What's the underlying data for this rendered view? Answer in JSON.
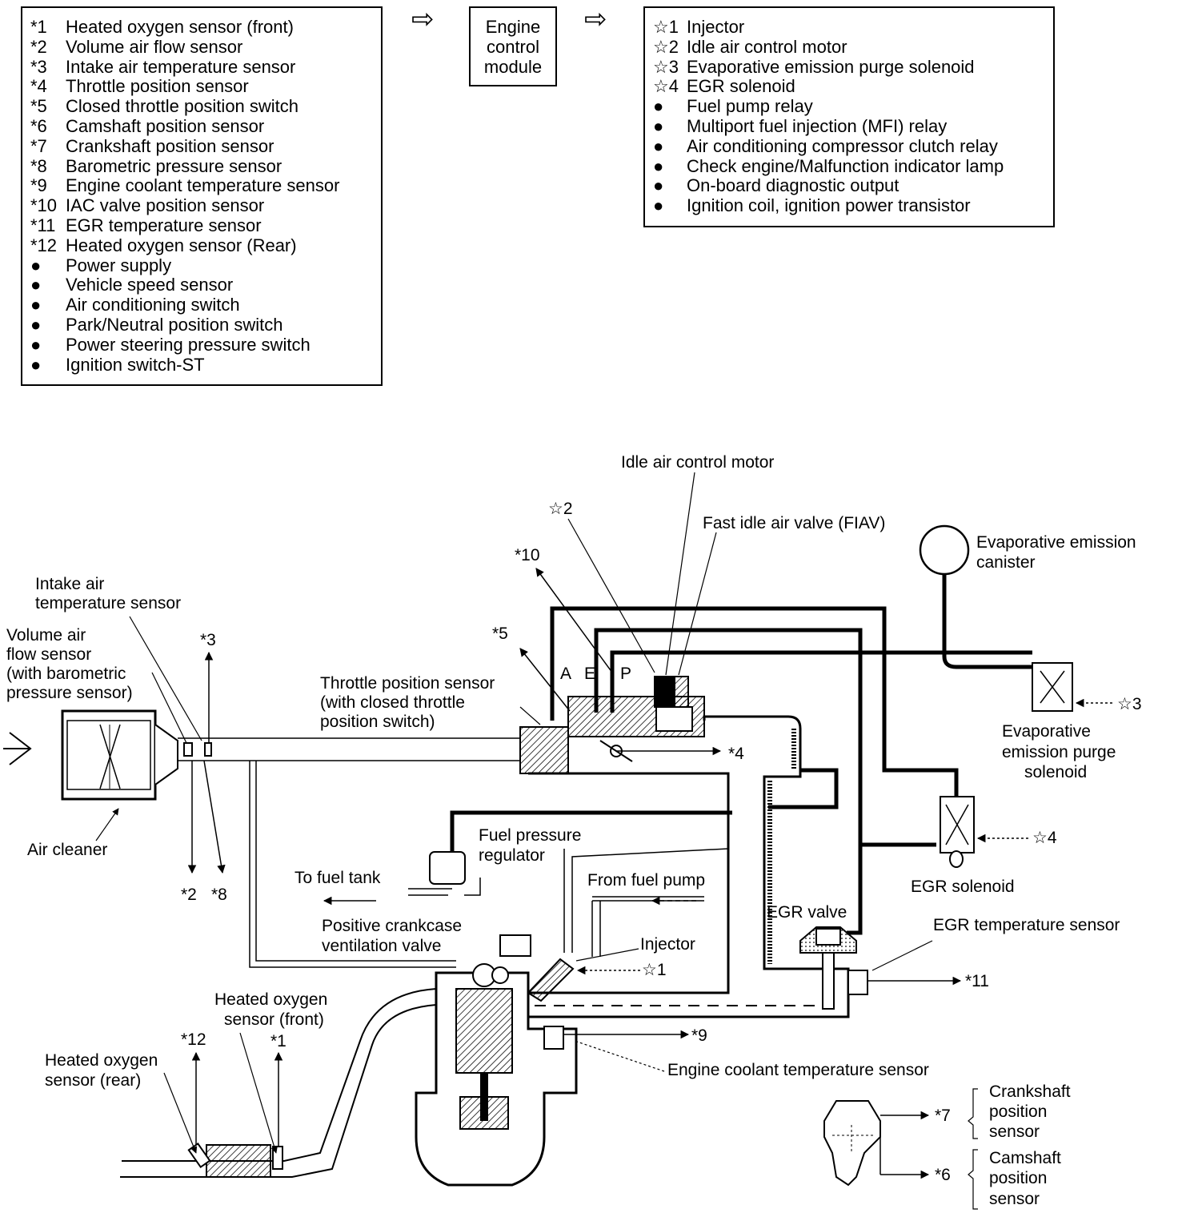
{
  "inputs_list": [
    {
      "key": "*1",
      "text": "Heated oxygen sensor (front)"
    },
    {
      "key": "*2",
      "text": "Volume air flow sensor"
    },
    {
      "key": "*3",
      "text": "Intake air temperature sensor"
    },
    {
      "key": "*4",
      "text": "Throttle position sensor"
    },
    {
      "key": "*5",
      "text": "Closed throttle position switch"
    },
    {
      "key": "*6",
      "text": "Camshaft position sensor"
    },
    {
      "key": "*7",
      "text": "Crankshaft position sensor"
    },
    {
      "key": "*8",
      "text": "Barometric pressure sensor"
    },
    {
      "key": "*9",
      "text": "Engine coolant temperature sensor"
    },
    {
      "key": "*10",
      "text": "IAC valve position sensor"
    },
    {
      "key": "*11",
      "text": "EGR temperature sensor"
    },
    {
      "key": "*12",
      "text": "Heated oxygen sensor (Rear)"
    },
    {
      "key": "●",
      "text": "Power supply"
    },
    {
      "key": "●",
      "text": "Vehicle speed sensor"
    },
    {
      "key": "●",
      "text": "Air conditioning switch"
    },
    {
      "key": "●",
      "text": "Park/Neutral position switch"
    },
    {
      "key": "●",
      "text": "Power steering pressure switch"
    },
    {
      "key": "●",
      "text": "Ignition switch-ST"
    }
  ],
  "ecm_box": {
    "line1": "Engine",
    "line2": "control",
    "line3": "module"
  },
  "flow_arrow_glyph": "⇨",
  "outputs_list": [
    {
      "key": "☆1",
      "text": "Injector"
    },
    {
      "key": "☆2",
      "text": "Idle air control motor"
    },
    {
      "key": "☆3",
      "text": "Evaporative emission purge solenoid"
    },
    {
      "key": "☆4",
      "text": "EGR solenoid"
    },
    {
      "key": "●",
      "text": "Fuel pump relay"
    },
    {
      "key": "●",
      "text": "Multiport fuel injection (MFI) relay"
    },
    {
      "key": "●",
      "text": "Air conditioning compressor clutch relay"
    },
    {
      "key": "●",
      "text": "Check engine/Malfunction indicator lamp"
    },
    {
      "key": "●",
      "text": "On-board diagnostic output"
    },
    {
      "key": "●",
      "text": "Ignition coil, ignition power transistor"
    }
  ],
  "diagram_labels": {
    "idle_air_control_motor": "Idle air control motor",
    "fast_idle_air_valve": "Fast idle air valve (FIAV)",
    "evap_canister_1": "Evaporative emission",
    "evap_canister_2": "canister",
    "intake_air_temp_1": "Intake air",
    "intake_air_temp_2": "temperature sensor",
    "vaf_1": "Volume air",
    "vaf_2": "flow sensor",
    "vaf_3": "(with barometric",
    "vaf_4": "pressure sensor)",
    "tps_1": "Throttle position sensor",
    "tps_2": "(with closed throttle",
    "tps_3": "position switch)",
    "port_a": "A",
    "port_e": "E",
    "port_p": "P",
    "purge_sol_1": "Evaporative",
    "purge_sol_2": "emission purge",
    "purge_sol_3": "solenoid",
    "air_cleaner": "Air cleaner",
    "fuel_reg_1": "Fuel pressure",
    "fuel_reg_2": "regulator",
    "to_fuel_tank": "To fuel tank",
    "from_fuel_pump": "From fuel pump",
    "egr_solenoid": "EGR solenoid",
    "egr_valve": "EGR valve",
    "egr_temp_sensor": "EGR temperature sensor",
    "pcv_1": "Positive crankcase",
    "pcv_2": "ventilation valve",
    "injector": "Injector",
    "ho2s_front_1": "Heated oxygen",
    "ho2s_front_2": "sensor (front)",
    "ho2s_rear_1": "Heated oxygen",
    "ho2s_rear_2": "sensor (rear)",
    "ect_sensor": "Engine coolant temperature sensor",
    "crank_1": "Crankshaft",
    "crank_2": "position",
    "crank_3": "sensor",
    "cam_1": "Camshaft",
    "cam_2": "position",
    "cam_3": "sensor"
  },
  "signal_tags": {
    "s1": "*1",
    "s2": "*2",
    "s3": "*3",
    "s4": "*4",
    "s5": "*5",
    "s6": "*6",
    "s7": "*7",
    "s8": "*8",
    "s9": "*9",
    "s10": "*10",
    "s11": "*11",
    "s12": "*12",
    "a1": "☆1",
    "a2": "☆2",
    "a3": "☆3",
    "a4": "☆4"
  }
}
